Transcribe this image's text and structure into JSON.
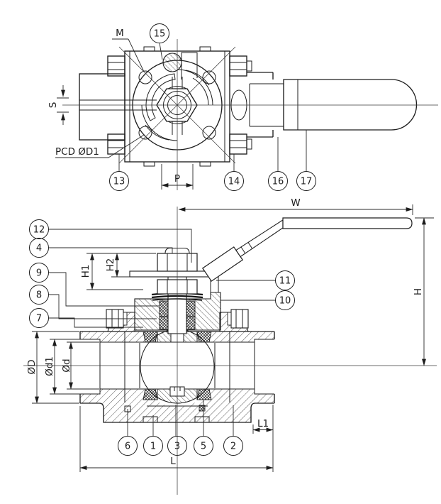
{
  "drawing_type": "ball valve technical drawing, two views (top view and sectional front view)",
  "colors": {
    "line": "#1d1d1d",
    "background": "#ffffff"
  },
  "callouts": {
    "c1": "1",
    "c2": "2",
    "c3": "3",
    "c4": "4",
    "c5": "5",
    "c6": "6",
    "c7": "7",
    "c8": "8",
    "c9": "9",
    "c10": "10",
    "c11": "11",
    "c12": "12",
    "c13": "13",
    "c14": "14",
    "c15": "15",
    "c16": "16",
    "c17": "17"
  },
  "dims": {
    "m": "M",
    "s": "S",
    "p": "P",
    "pcd": "PCD ØD1",
    "w": "W",
    "h": "H",
    "h1": "H1",
    "h2": "H2",
    "od": "ØD",
    "od1": "Ød1",
    "odd": "Ød",
    "l": "L",
    "l1": "L1"
  }
}
